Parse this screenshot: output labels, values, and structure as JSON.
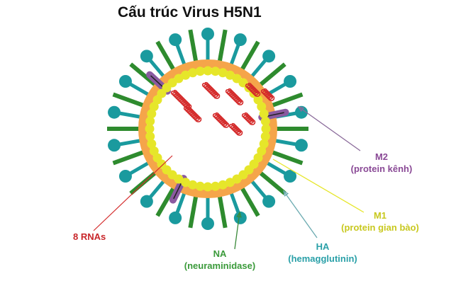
{
  "title": "Cấu trúc Virus H5N1",
  "colors": {
    "ha": "#1a9a9e",
    "na": "#2e8b2e",
    "m1": "#e6e62a",
    "m2": "#8a5aa0",
    "envelope": "#f5a54a",
    "rna": "#d42a2a",
    "m1_label": "#c8c81e",
    "ha_label": "#2aa0a8",
    "na_label": "#3a9a3a",
    "m2_label": "#8a4a96",
    "rna_label": "#c8262a"
  },
  "labels": {
    "rna": {
      "name": "8 RNAs"
    },
    "na": {
      "name": "NA",
      "desc": "(neuraminidase)"
    },
    "ha": {
      "name": "HA",
      "desc": "(hemagglutinin)"
    },
    "m1": {
      "name": "M1",
      "desc": "(protein gian bào)"
    },
    "m2": {
      "name": "M2",
      "desc": "(protein kênh)"
    }
  }
}
